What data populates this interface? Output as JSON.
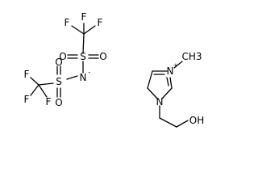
{
  "anion": {
    "atoms": {
      "f_top_left": "F",
      "f_top_mid": "F",
      "f_top_right": "F",
      "c_top": "",
      "s_top": "S",
      "o_top_left": "O",
      "o_top_right": "O",
      "n": "N",
      "n_charge": "-",
      "s_bottom": "S",
      "o_bottom_left": "O",
      "o_bottom_right": "O",
      "f_bottom_left": "F",
      "f_bottom_mid": "F",
      "f_bottom_right": "F"
    }
  },
  "cation": {
    "atoms": {
      "n_ring_top": "N",
      "n_ring_top_charge": "+",
      "methyl": "CH3",
      "n_ring_bottom": "N",
      "oh": "OH"
    }
  }
}
